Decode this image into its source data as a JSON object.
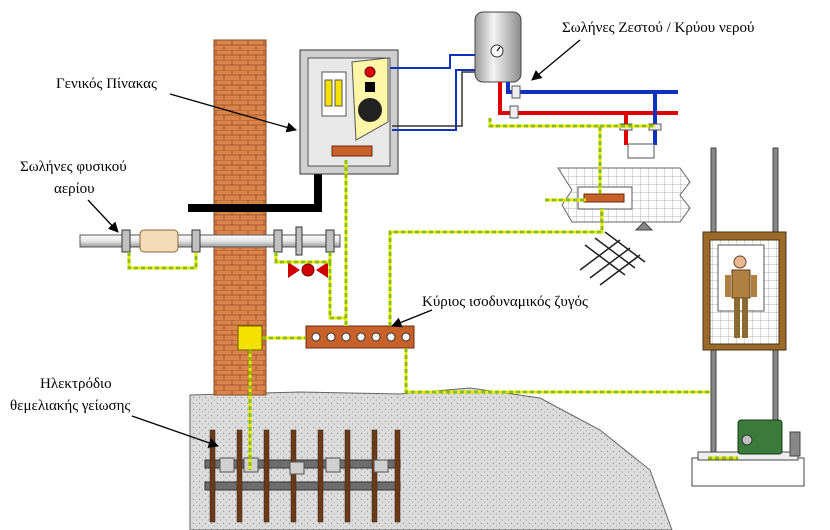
{
  "labels": {
    "pipes_hot_cold": "Σωλήνες Ζεστού / Κρύου νερού",
    "main_panel": "Γενικός Πίνακας",
    "gas_pipes_line1": "Σωλήνες φυσικού",
    "gas_pipes_line2": "αερίου",
    "main_bonding_bar": "Κύριος ισοδυναμικός ζυγός",
    "electrode_line1": "Ηλεκτρόδιο",
    "electrode_line2": "θεμελιακής γείωσης"
  },
  "colors": {
    "brick": "#d9844a",
    "ground": "#d9d9d9",
    "bonding_conductor_green": "#8fbf00",
    "bonding_conductor_yellow": "#e8e800",
    "hot_water": "#e00000",
    "cold_water": "#1030c0",
    "busbar": "#c8602a"
  }
}
